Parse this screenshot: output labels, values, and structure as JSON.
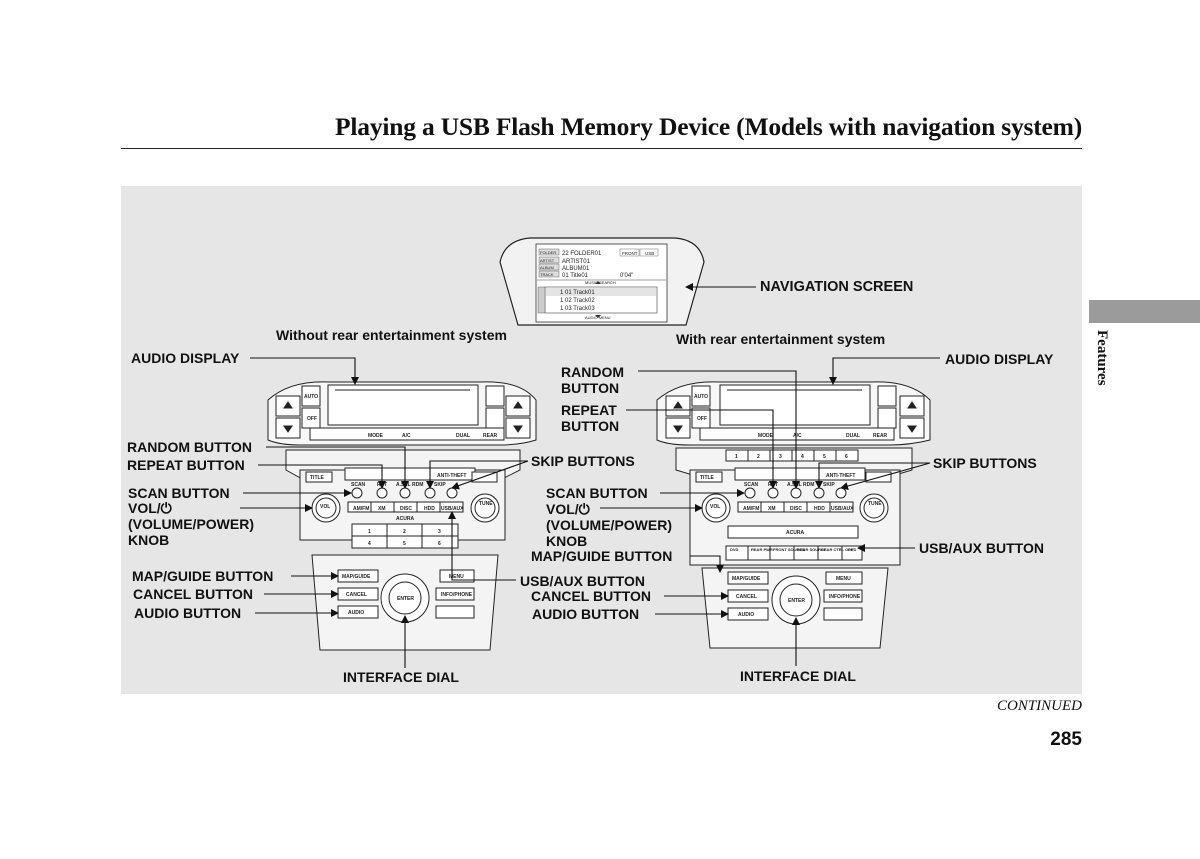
{
  "page": {
    "title": "Playing a USB Flash Memory Device (Models with navigation system)",
    "section_tab": "Features",
    "continued": "CONTINUED",
    "page_number": "285"
  },
  "figure": {
    "headings": {
      "left": "Without rear entertainment system",
      "right": "With rear entertainment system"
    },
    "nav_screen": {
      "label": "NAVIGATION SCREEN",
      "rows": [
        {
          "tag": "FOLDER",
          "text": "22 FOLDER01"
        },
        {
          "tag": "ARTIST",
          "text": "ARTIST01"
        },
        {
          "tag": "ALBUM",
          "text": "ALBUM01"
        },
        {
          "tag": "TRACK",
          "text": "01 Title01"
        }
      ],
      "front_badge": "FRONT",
      "usb_badge": "USB",
      "time": "0'04\"",
      "music_search": "MUSIC SEARCH",
      "tracks": [
        "1 01  Track01",
        "1 02  Track02",
        "1 03  Track03"
      ],
      "audio_menu": "AUDIO MENU"
    },
    "left_labels": {
      "audio_display": "AUDIO DISPLAY",
      "random_button": "RANDOM BUTTON",
      "repeat_button": "REPEAT BUTTON",
      "skip_buttons": "SKIP BUTTONS",
      "scan_button": "SCAN BUTTON",
      "vol_line1": "VOL/⏻",
      "vol_line2": "(VOLUME/POWER)",
      "vol_line3": "KNOB",
      "map_guide_button": "MAP/GUIDE BUTTON",
      "usb_aux_button": "USB/AUX BUTTON",
      "cancel_button": "CANCEL BUTTON",
      "audio_button": "AUDIO BUTTON",
      "interface_dial": "INTERFACE DIAL"
    },
    "right_labels": {
      "random_line1": "RANDOM",
      "random_line2": "BUTTON",
      "repeat_line1": "REPEAT",
      "repeat_line2": "BUTTON",
      "audio_display": "AUDIO DISPLAY",
      "skip_buttons": "SKIP BUTTONS",
      "scan_button": "SCAN BUTTON",
      "vol_line1": "VOL/⏻",
      "vol_line2": "(VOLUME/POWER)",
      "vol_line3": "KNOB",
      "map_guide_button": "MAP/GUIDE BUTTON",
      "usb_aux_button": "USB/AUX BUTTON",
      "cancel_button": "CANCEL BUTTON",
      "audio_button": "AUDIO BUTTON",
      "interface_dial": "INTERFACE DIAL"
    },
    "console_text": {
      "auto": "AUTO",
      "off": "OFF",
      "mode": "MODE",
      "ac": "A/C",
      "dual": "DUAL",
      "rear": "REAR",
      "title_btn": "TITLE",
      "anti_theft": "ANTI-THEFT",
      "scan": "SCAN",
      "rpt": "RPT",
      "a_sel_rdm": "A.SEL RDM",
      "skip": "SKIP",
      "am_fm": "AM/FM",
      "xm": "XM",
      "disc": "DISC",
      "hdd": "HDD",
      "usb_aux": "USB/AUX",
      "vol": "VOL",
      "tune": "TUNE",
      "brand": "ACURA",
      "presets": [
        "1",
        "2",
        "3",
        "4",
        "5",
        "6"
      ],
      "map_guide": "MAP/GUIDE",
      "menu": "MENU",
      "cancel": "CANCEL",
      "info_phone": "INFO/PHONE",
      "audio": "AUDIO",
      "enter": "ENTER",
      "rear_controls": [
        "DVD",
        "REAR PWR",
        "FRONT SOURCE",
        "REAR SOURCE",
        "REAR CTRL OFF",
        "DVD"
      ]
    }
  }
}
